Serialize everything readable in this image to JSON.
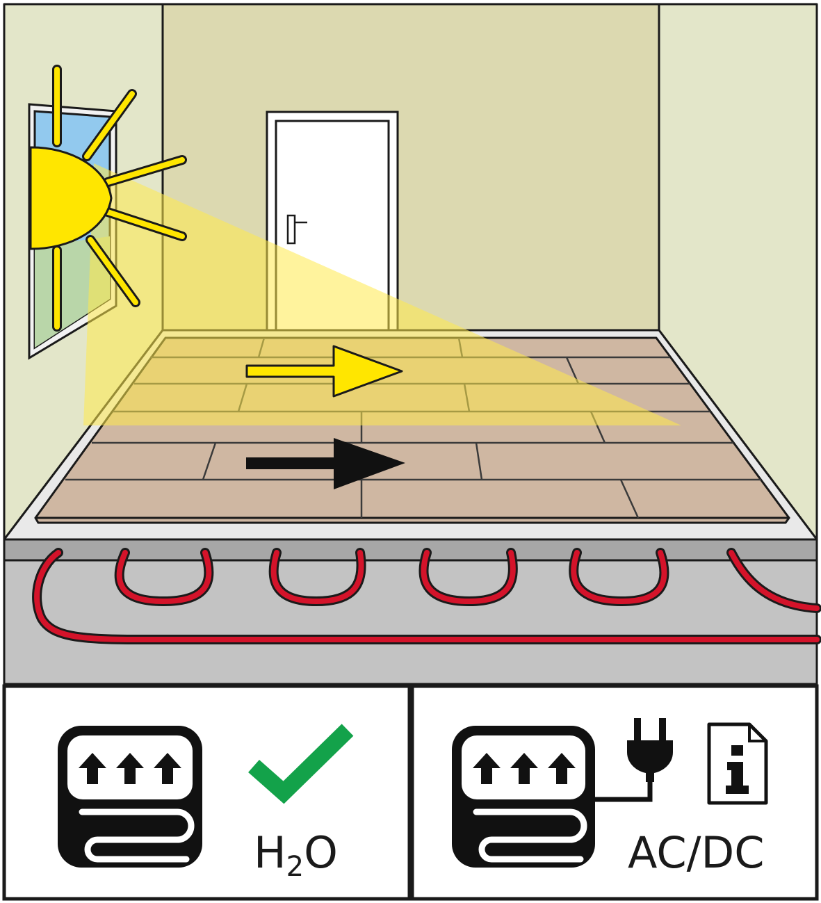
{
  "panels": {
    "left": {
      "symbol": "water-underfloor-heating-icon",
      "text_main": "H",
      "text_sub": "2",
      "text_end": "O",
      "status": "check-icon"
    },
    "right": {
      "symbol": "electric-underfloor-heating-icon",
      "text": "AC/DC",
      "extra": [
        "plug-icon",
        "info-document-icon"
      ]
    }
  },
  "colors": {
    "wall_back": "#dcd9b0",
    "wall_side": "#e3e6c9",
    "floor_tile": "#cfb7a2",
    "sun": "#ffe600",
    "sky_window": "#92c9ee",
    "heating_pipe": "#d4132a",
    "screed": "#c3c3c3",
    "screed_top": "#a7a7a7",
    "check": "#13a24a",
    "outline": "#1a1a1a"
  }
}
